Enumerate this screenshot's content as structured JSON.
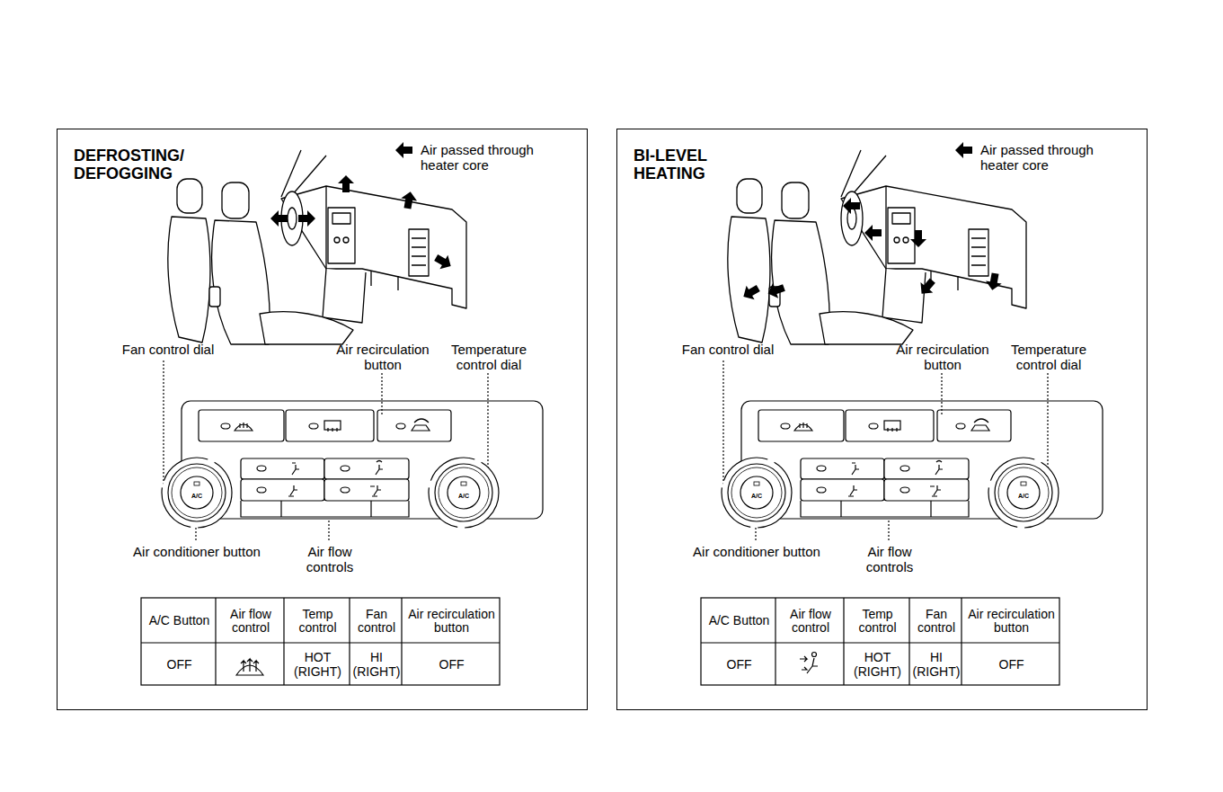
{
  "diagram": {
    "nodes": [
      {
        "text": [
          "DEFROSTING/ DEFOGGING"
        ]
      },
      {
        "text": [
          "A/C"
        ],
        "in": 0
      },
      {
        "text": [
          "A/C"
        ],
        "in": 0
      },
      {
        "text": [
          "BI-LEVEL HEATING"
        ]
      },
      {
        "text": [
          "A/C"
        ],
        "in": 3
      },
      {
        "text": [
          "A/C"
        ],
        "in": 3
      }
    ],
    "labels": [
      "Fan control dial",
      "Air recirculation button",
      "Temperature control dial",
      "Air conditioner button",
      "Air flow controls",
      "A/C Button",
      "Air flow control",
      "Temp control",
      "Fan control",
      "Air recirculation button",
      "OFF",
      "HOT (RIGHT)",
      "HI (RIGHT)",
      "OFF",
      "Fan control dial",
      "Air recirculation button",
      "Temperature control dial",
      "Air conditioner button",
      "Air flow controls",
      "A/C Button",
      "Air flow control",
      "Temp control",
      "Fan control",
      "Air recirculation button",
      "OFF",
      "HOT (RIGHT)",
      "HI (RIGHT)",
      "OFF"
    ],
    "legend": [
      {
        "text": "Air passed through heater core"
      },
      {
        "text": "Air passed through heater core"
      }
    ]
  }
}
